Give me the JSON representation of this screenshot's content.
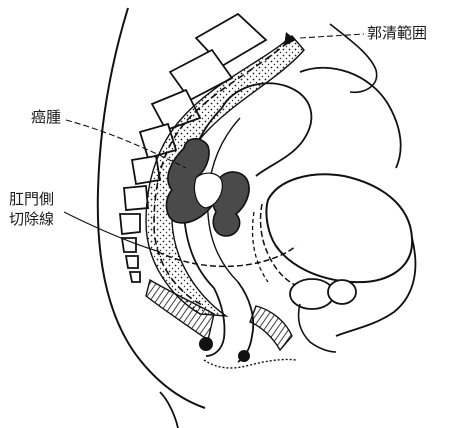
{
  "figure": {
    "labels": {
      "dissection_range": "郭清範囲",
      "tumor": "癌腫",
      "anal_side_line_1": "肛門側",
      "anal_side_line_2": "切除線"
    }
  }
}
